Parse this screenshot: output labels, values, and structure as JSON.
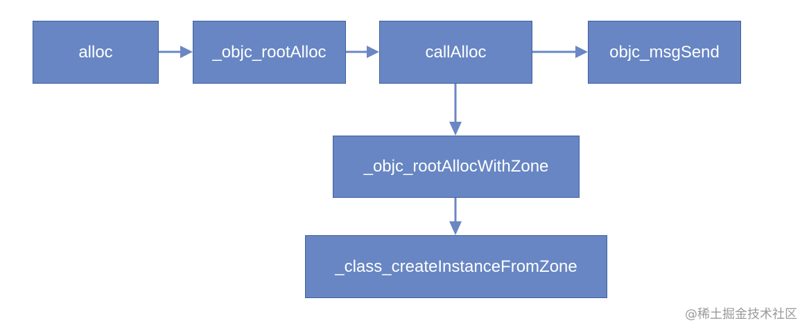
{
  "diagram": {
    "nodes": {
      "alloc": "alloc",
      "objc_rootAlloc": "_objc_rootAlloc",
      "callAlloc": "callAlloc",
      "objc_msgSend": "objc_msgSend",
      "objc_rootAllocWithZone": "_objc_rootAllocWithZone",
      "class_createInstanceFromZone": "_class_createInstanceFromZone"
    },
    "edges": [
      [
        "alloc",
        "objc_rootAlloc"
      ],
      [
        "objc_rootAlloc",
        "callAlloc"
      ],
      [
        "callAlloc",
        "objc_msgSend"
      ],
      [
        "callAlloc",
        "objc_rootAllocWithZone"
      ],
      [
        "objc_rootAllocWithZone",
        "class_createInstanceFromZone"
      ]
    ],
    "colors": {
      "node_fill": "#6786c3",
      "node_border": "#3e5f9c",
      "node_text": "#ffffff",
      "arrow": "#6a87c4"
    }
  },
  "watermark": "@稀土掘金技术社区"
}
